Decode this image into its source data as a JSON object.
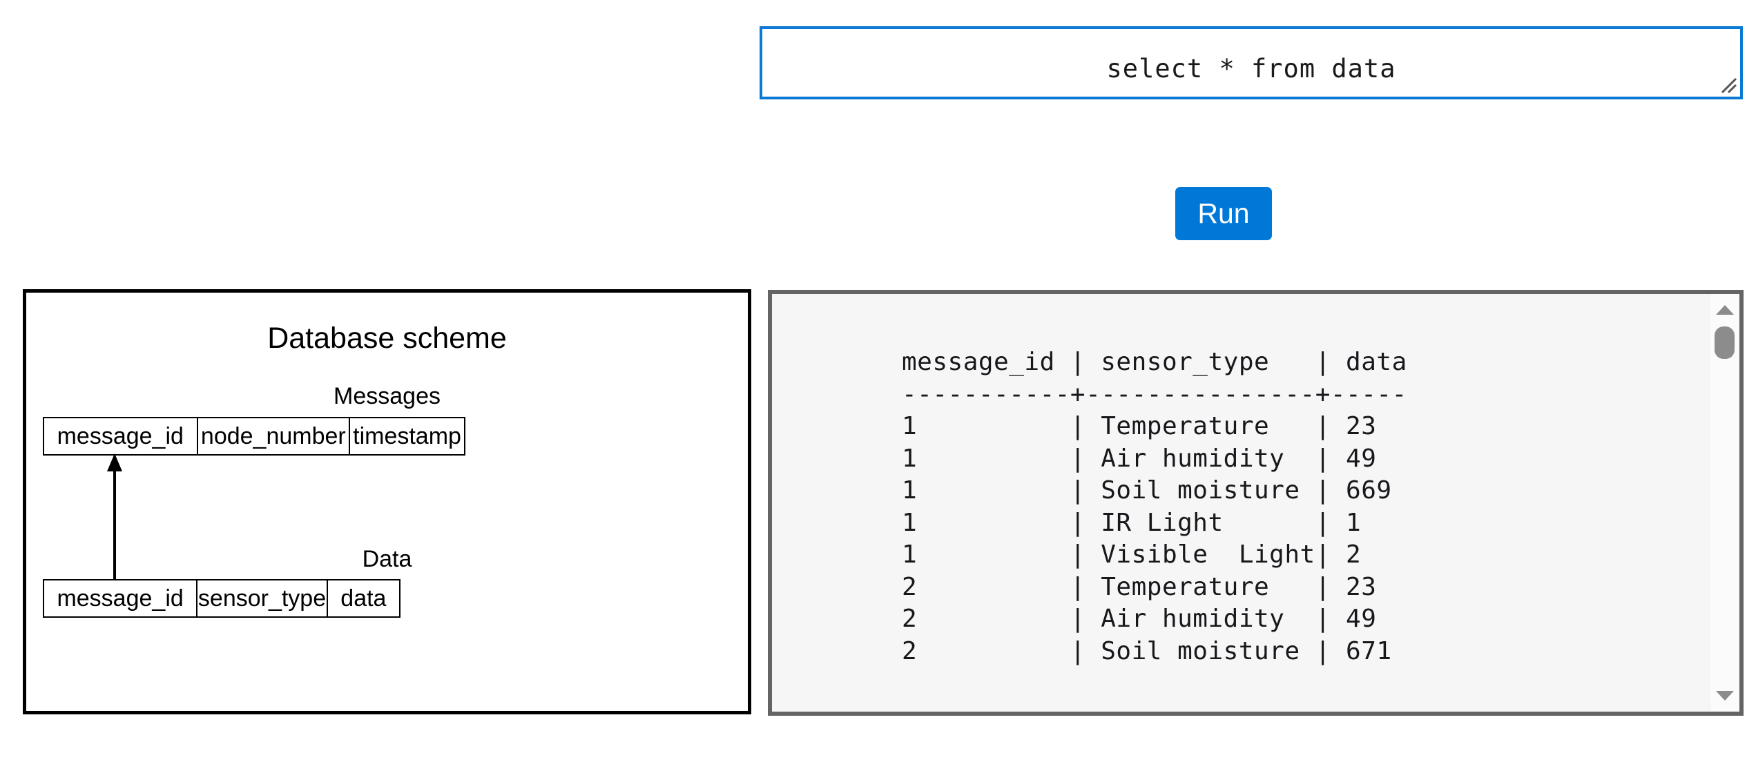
{
  "editor": {
    "query_value": "select * from data",
    "placeholder": "",
    "resize_handle_icon": "resize-grip-icon",
    "border_color": "#0a7ad4"
  },
  "toolbar": {
    "run_label": "Run",
    "run_color": "#0078d7"
  },
  "schema": {
    "title": "Database scheme",
    "border_color": "#000000",
    "tables": [
      {
        "caption": "Messages",
        "columns": [
          "message_id",
          "node_number",
          "timestamp"
        ]
      },
      {
        "caption": "Data",
        "columns": [
          "message_id",
          "sensor_type",
          "data"
        ]
      }
    ],
    "relationship": {
      "icon": "foreign-key-arrow-icon",
      "from": "Data.message_id",
      "to": "Messages.message_id"
    }
  },
  "results": {
    "border_color": "#646464",
    "background_color": "#f6f6f6",
    "columns": [
      "message_id",
      "sensor_type",
      "data"
    ],
    "separator": "-----------+---------------+-----",
    "header_line": "message_id | sensor_type   | data",
    "rows": [
      {
        "message_id": "1",
        "sensor_type": "Temperature",
        "data": "23"
      },
      {
        "message_id": "1",
        "sensor_type": "Air humidity",
        "data": "49"
      },
      {
        "message_id": "1",
        "sensor_type": "Soil moisture",
        "data": "669"
      },
      {
        "message_id": "1",
        "sensor_type": "IR Light",
        "data": "1"
      },
      {
        "message_id": "1",
        "sensor_type": "Visible  Light",
        "data": "2"
      },
      {
        "message_id": "2",
        "sensor_type": "Temperature",
        "data": "23"
      },
      {
        "message_id": "2",
        "sensor_type": "Air humidity",
        "data": "49"
      },
      {
        "message_id": "2",
        "sensor_type": "Soil moisture",
        "data": "671"
      }
    ],
    "text": "message_id | sensor_type   | data\n-----------+---------------+-----\n1          | Temperature   | 23\n1          | Air humidity  | 49\n1          | Soil moisture | 669\n1          | IR Light      | 1\n1          | Visible  Light| 2\n2          | Temperature   | 23\n2          | Air humidity  | 49\n2          | Soil moisture | 671",
    "scrollbar": {
      "up_icon": "scroll-up-arrow-icon",
      "down_icon": "scroll-down-arrow-icon",
      "thumb_icon": "scrollbar-thumb",
      "thumb_color": "#8c8c8c"
    }
  }
}
